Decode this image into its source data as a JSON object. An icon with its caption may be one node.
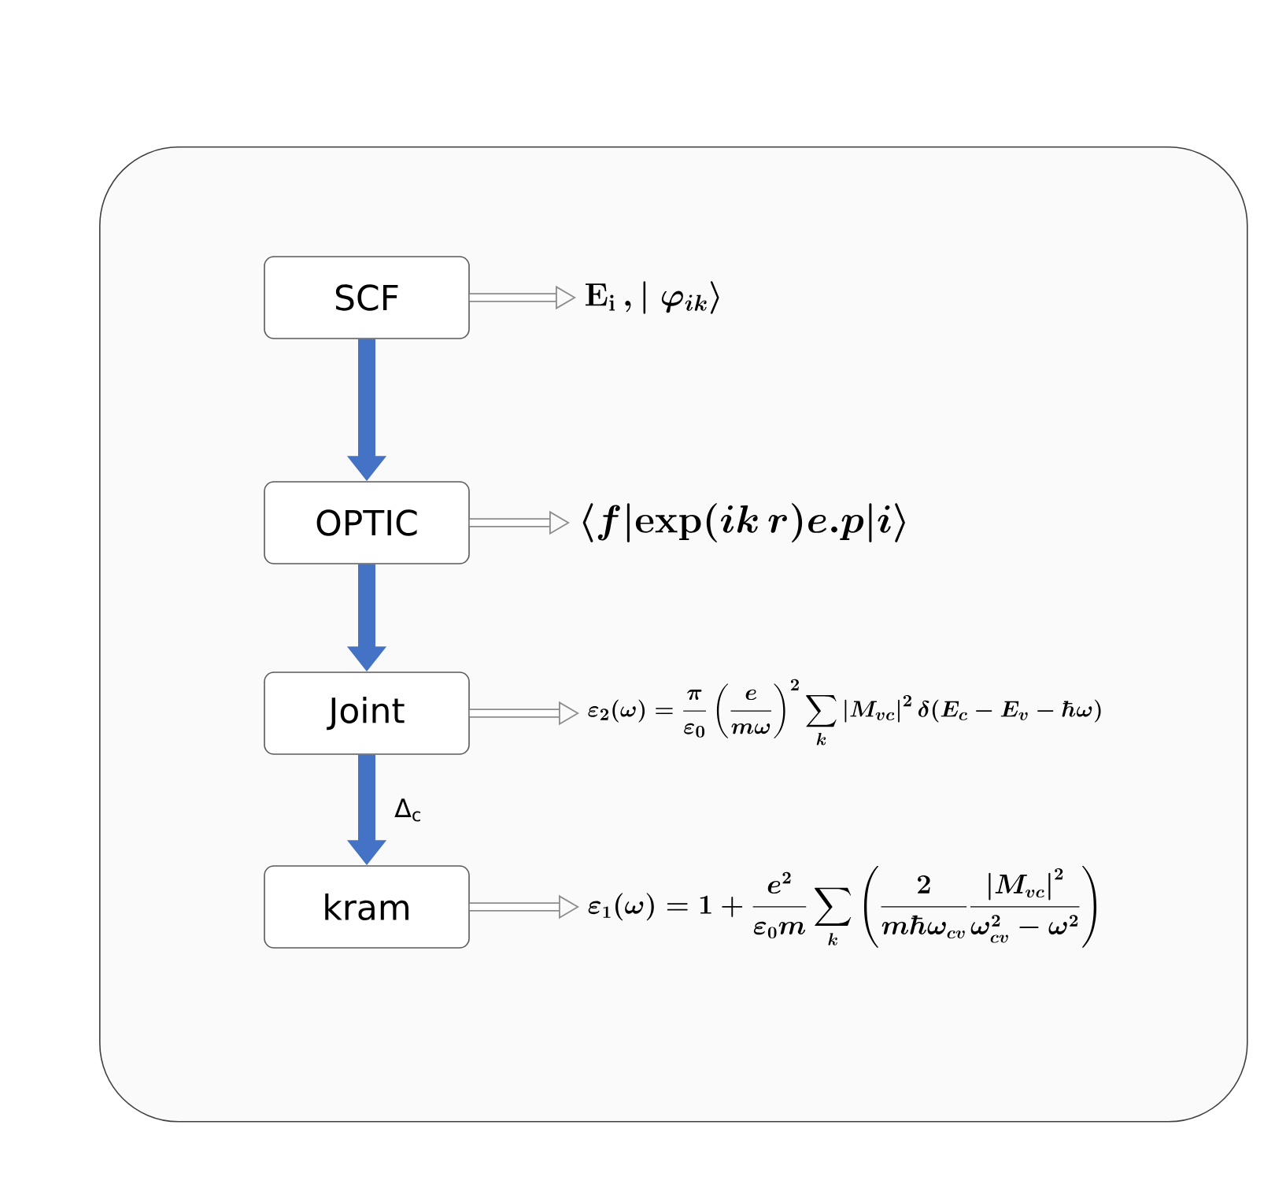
{
  "diagram": {
    "nodes": [
      {
        "text": [],
        "shape": "box"
      },
      {
        "text": [
          "SCF"
        ],
        "in": 0
      },
      {
        "text": [
          "\\mathrm{E}_{\\mathrm{i}}\\,,\\left|\\;\\varphi_{ik}\\right\\rangle"
        ],
        "in": 0
      },
      {
        "text": [
          "OPTIC"
        ],
        "in": 0
      },
      {
        "text": [
          "\\left\\langle f\\middle|\\exp(ik\\,r)e.p\\middle|i\\right\\rangle"
        ],
        "in": 0
      },
      {
        "text": [
          "Joint"
        ],
        "in": 0
      },
      {
        "text": [
          "\\varepsilon_{2}(\\omega)=\\frac{\\pi}{\\varepsilon_{0}}\\left(\\frac{e}{m\\omega}\\right)^{2}\\sum_{k}\\left|M_{vc}\\right|^{2}\\delta(E_{c}-E_{v}-\\hbar\\omega)"
        ],
        "in": 0
      },
      {
        "text": [
          "kram"
        ],
        "in": 0
      },
      {
        "text": [
          "\\varepsilon_{1}(\\omega)=1+\\frac{e^{2}}{\\varepsilon_{0}m}\\sum_{k}\\left(\\frac{2}{m\\hbar\\omega_{cv}}\\frac{\\left|M_{vc}\\right|^{2}}{\\omega^{2}_{cv}-\\omega^{2}}\\right)"
        ],
        "in": 0
      }
    ],
    "edges": [
      {
        "from": 1,
        "to": 2,
        "arrow": "to"
      },
      {
        "from": 1,
        "to": 3,
        "arrow": "to",
        "style": "thick",
        "color": "#4472c4"
      },
      {
        "from": 3,
        "to": 4,
        "arrow": "to"
      },
      {
        "from": 3,
        "to": 5,
        "arrow": "to",
        "style": "thick",
        "color": "#4472c4"
      },
      {
        "from": 5,
        "to": 6,
        "arrow": "to"
      },
      {
        "from": 5,
        "to": 7,
        "arrow": "to",
        "style": "thick",
        "color": "#4472c4",
        "label": "Δ$_{c}$"
      },
      {
        "from": 7,
        "to": 8,
        "arrow": "to"
      }
    ]
  }
}
